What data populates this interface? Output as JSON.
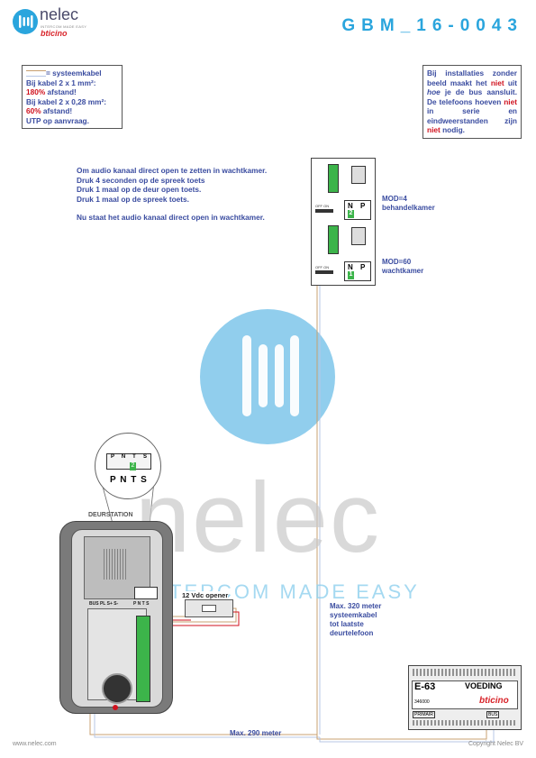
{
  "brand": {
    "name": "nelec",
    "tagline": "INTERCOM MADE EASY",
    "partner": "bticino"
  },
  "doc_code": "GBM_16-0043",
  "cable_note": {
    "title": "= systeemkabel",
    "line1": "Bij kabel 2 x 1 mm²:",
    "line2_red": "180%",
    "line2_rest": " afstand!",
    "line3": "Bij kabel 2 x 0,28 mm²:",
    "line4_red": "60%",
    "line4_rest": " afstand!",
    "line5": "UTP op aanvraag."
  },
  "install_note": {
    "t1": "Bij installaties zonder beeld maakt het ",
    "r1": "niet",
    "t2": " uit ",
    "i1": "hoe",
    "t3": " je de bus aansluit. De telefoons hoeven ",
    "r2": "niet",
    "t4": " in serie en eindweerstanden zijn ",
    "r3": "niet",
    "t5": " nodig."
  },
  "instructions": {
    "l1": "Om audio kanaal direct open te zetten in wachtkamer.",
    "l2": "Druk 4 seconden op de spreek toets",
    "l3": "Druk 1 maal op de deur open toets.",
    "l4": "Druk 1 maal op de spreek toets.",
    "l5": "Nu staat het audio kanaal direct open in wachtkamer."
  },
  "handsets": [
    {
      "mod": "MOD=4",
      "room": "behandelkamer",
      "jumper": "2",
      "off_on": "OFF ON",
      "n": "N",
      "p": "P"
    },
    {
      "mod": "MOD=60",
      "room": "wachtkamer",
      "jumper": "1",
      "off_on": "OFF ON",
      "n": "N",
      "p": "P"
    }
  ],
  "door_station": {
    "label": "DEURSTATION",
    "terminals_zoom": [
      "P",
      "N",
      "T",
      "S"
    ],
    "terminals_big": "P N T S",
    "bus_labels": "BUS PL S+ S-",
    "small_terminals": "P N T S",
    "jumper": "2"
  },
  "opener_label": "12 Vdc opener",
  "range_note": {
    "l1": "Max. 320 meter",
    "l2": "systeemkabel",
    "l3": "tot laatste",
    "l4": "deurtelefoon"
  },
  "bottom_distance": "Max. 290 meter",
  "power_supply": {
    "model": "E-63",
    "label": "VOEDING",
    "brand": "bticino",
    "code": "346000",
    "primary": "PRIMAIR",
    "bus": "BUS"
  },
  "watermark": {
    "text": "nelec",
    "tagline": "INTERCOM MADE EASY"
  },
  "footer": {
    "left": "www.nelec.com",
    "right": "Copyright Nelec BV"
  },
  "colors": {
    "accent": "#2aa5dd",
    "text_blue": "#3a4ca0",
    "red": "#d0121e",
    "green": "#3cb44a"
  }
}
